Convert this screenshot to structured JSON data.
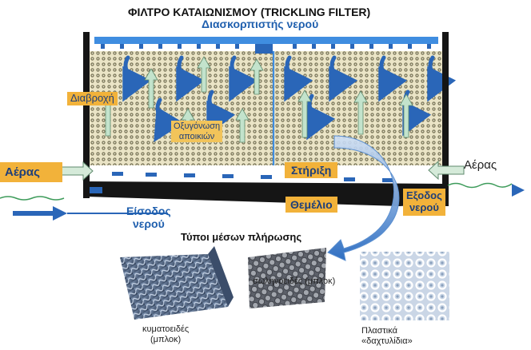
{
  "title": "ΦΙΛΤΡΟ ΚΑΤΑΙΩΝΙΣΜΟΥ (TRICKLING FILTER)",
  "labels": {
    "distributor": "Διασκορπιστής νερού",
    "wetting": "Διαβροχή",
    "oxygenation_line1": "Οξυγόνωση",
    "oxygenation_line2": "αποικιών",
    "air_left": "Αέρας",
    "air_right": "Αέρας",
    "support": "Στήριξη",
    "foundation": "Θεμέλιο",
    "inlet_line1": "Είσοδος",
    "inlet_line2": "νερού",
    "outlet_line1": "Εξοδος",
    "outlet_line2": "νερού",
    "media_types": "Τύποι μέσων πλήρωσης"
  },
  "media": [
    {
      "line1": "κυματοειδές",
      "line2": "(μπλοκ)"
    },
    {
      "line1": "σωληνοειδές (μπλοκ)",
      "line2": ""
    },
    {
      "line1": "Πλαστικά",
      "line2": "«δαχτυλίδια»"
    }
  ],
  "colors": {
    "label_bg": "#f2b23a",
    "label_text": "#1e3f7a",
    "water_blue": "#2a66b8",
    "media_fill": "#e8e2c4",
    "frame": "#151515"
  }
}
